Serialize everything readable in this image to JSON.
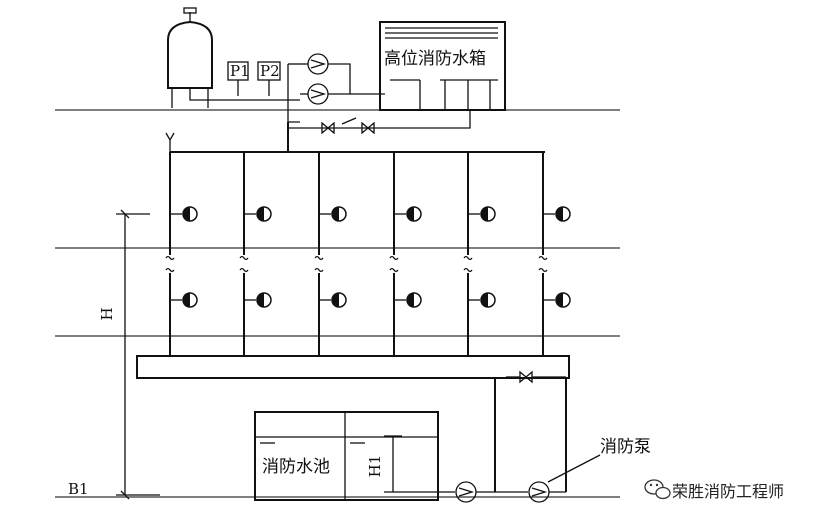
{
  "labels": {
    "high_tank": "高位消防水箱",
    "pool": "消防水池",
    "pump": "消防泵",
    "p1": "P1",
    "p2": "P2",
    "height_h": "H",
    "height_h1": "H1",
    "level_b1": "B1"
  },
  "watermark": {
    "text": "荣胜消防工程师",
    "icon": "wechat-icon"
  },
  "colors": {
    "line": "#111111",
    "background": "#ffffff"
  }
}
